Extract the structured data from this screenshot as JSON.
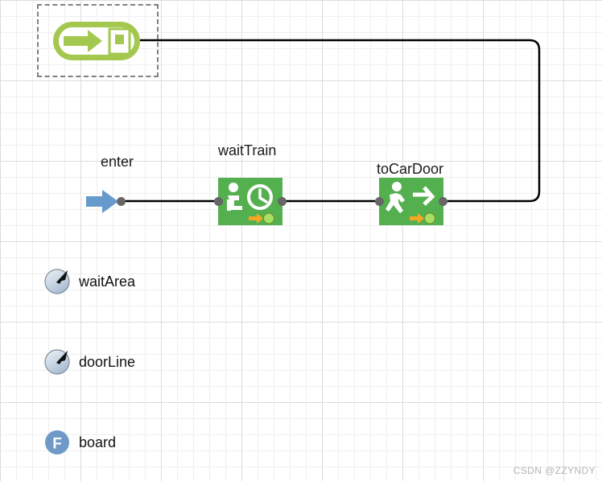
{
  "canvas": {
    "background_color": "#ffffff",
    "grid_minor_color": "#efefef",
    "grid_major_color": "#dcdcdc",
    "grid_minor_size": 20,
    "grid_major_size": 100
  },
  "palette": {
    "source_green": "#a4c84f",
    "block_green": "#54b04f",
    "blue_arrow": "#6699cc",
    "port_gray": "#666666",
    "edge_black": "#000000",
    "selection_dash": "#808080",
    "icon_orange": "#f5a623",
    "icon_lightgreen": "#a8e063",
    "resource_circle": "#c3d0de",
    "agent_circle": "#6f9ac8",
    "watermark_color": "#b4b4b4"
  },
  "nodes": [
    {
      "id": "source",
      "label": "",
      "type": "source",
      "icon": "source-arrow-door-icon",
      "selected": true
    },
    {
      "id": "enter",
      "label": "enter",
      "type": "entry-arrow",
      "icon": "blue-arrow-icon"
    },
    {
      "id": "waitTrain",
      "label": "waitTrain",
      "type": "delay-block",
      "icon": "person-sitting-clock-icon",
      "badge_icon": "orange-arrow-green-dot-icon"
    },
    {
      "id": "toCarDoor",
      "label": "toCarDoor",
      "type": "move-block",
      "icon": "person-walking-arrow-icon",
      "badge_icon": "orange-arrow-green-dot-icon"
    }
  ],
  "list_items": [
    {
      "id": "waitArea",
      "label": "waitArea",
      "icon": "path-node-circle-icon"
    },
    {
      "id": "doorLine",
      "label": "doorLine",
      "icon": "path-node-circle-icon"
    },
    {
      "id": "board",
      "label": "board",
      "icon": "flow-f-circle-icon",
      "badge_letter": "F"
    }
  ],
  "watermark": {
    "text": "CSDN @ZZYNDY"
  }
}
